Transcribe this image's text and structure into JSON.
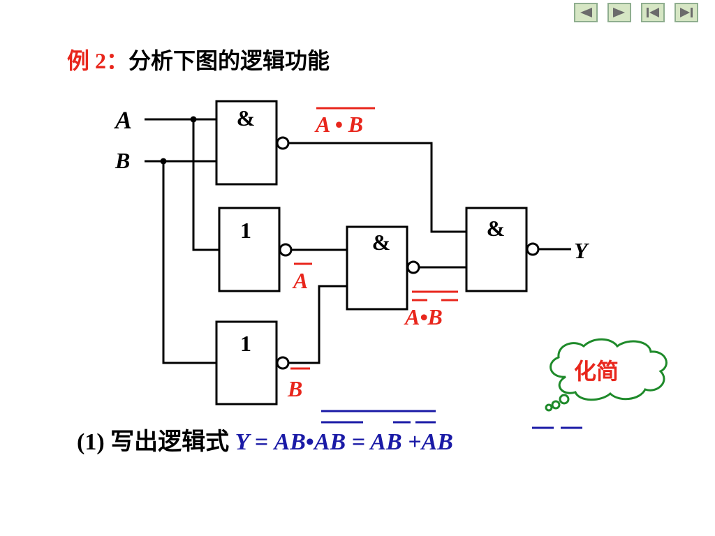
{
  "title": {
    "example": "例 2：",
    "text": "分析下图的逻辑功能"
  },
  "nav": [
    "previous-slide",
    "next-slide",
    "first-slide",
    "last-slide"
  ],
  "diagram": {
    "inputs": [
      "A",
      "B"
    ],
    "output": "Y",
    "gate_and": "&",
    "gate_not": "1",
    "label_nand_ab": "A • B",
    "label_not_a": "A",
    "label_not_b": "B",
    "label_nand_notab": "A•B"
  },
  "bubble": {
    "text": "化简"
  },
  "formula": {
    "label": "(1) 写出逻辑式",
    "lhs": "Y =",
    "term1": "AB",
    "dot": "•",
    "term2": "AB",
    "eq2": "= AB +",
    "term3": "AB"
  },
  "colors": {
    "accent_red": "#e8261c",
    "formula_blue": "#1a1aa6",
    "nav_fill": "#d6e6c4"
  }
}
